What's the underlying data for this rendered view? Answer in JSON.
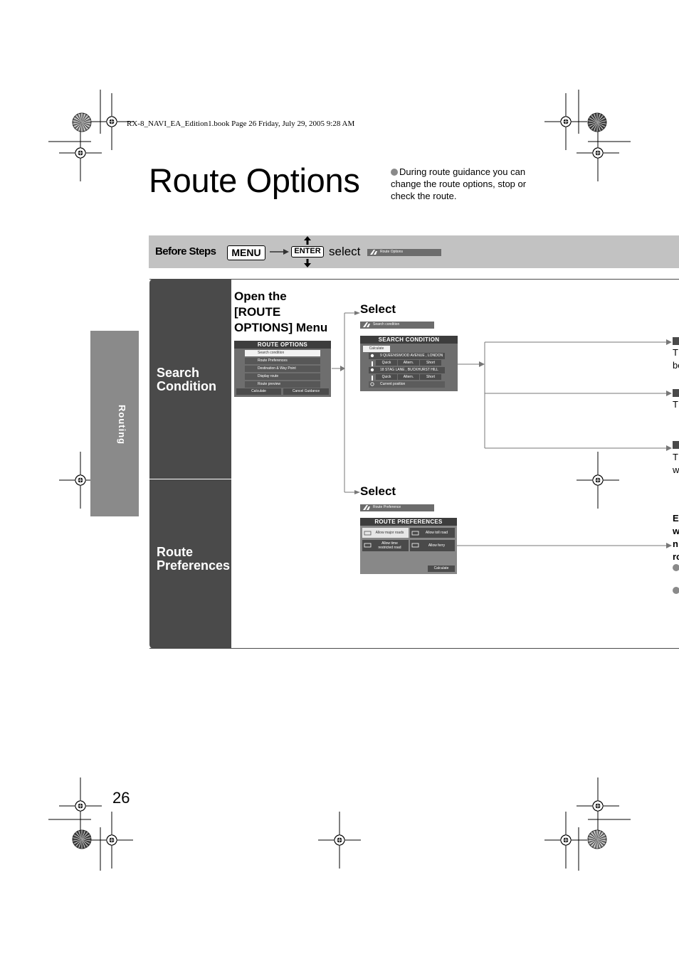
{
  "header_line": "RX-8_NAVI_EA_Edition1.book  Page 26  Friday, July 29, 2005  9:28 AM",
  "title": "Route Options",
  "intro": "During route guidance you can change the route options, stop or check the route.",
  "before_steps": {
    "label": "Before Steps",
    "key_menu": "MENU",
    "key_enter": "ENTER",
    "select_text": "select",
    "chip_label": "Route Options"
  },
  "side_tab": "Routing",
  "sections": {
    "search_condition": "Search\nCondition",
    "route_preferences": "Route\nPreferences"
  },
  "open_menu": {
    "heading": "Open the\n[ROUTE\nOPTIONS] Menu",
    "screen_title": "ROUTE OPTIONS",
    "items": [
      "Search condition",
      "Route Preferences",
      "Destination & Way Point",
      "Display route",
      "Route preview"
    ],
    "buttons": [
      "Calculate",
      "Cancel Guidance"
    ]
  },
  "select_search": {
    "label": "Select",
    "chip": "Search condition",
    "screen_title": "SEARCH CONDITION",
    "calc_tab": "Calculate",
    "rows": [
      "9 QUEENSWOOD AVENUE , LONDON",
      "18 STAG LANE , BUCKHURST HILL"
    ],
    "options": [
      "Quick",
      "Altern.",
      "Short"
    ],
    "current": "Current position"
  },
  "select_prefs": {
    "label": "Select",
    "chip": "Route Preference",
    "screen_title": "ROUTE PREFERENCES",
    "buttons": [
      "Allow major roads",
      "Allow toll road",
      "Allow time\nrestricted road",
      "Allow ferry"
    ],
    "calculate": "Calculate"
  },
  "right_edge": {
    "r1a": "T",
    "r1b": "be",
    "r2a": "T",
    "r3a": "T",
    "r3b": "w",
    "p1": "E",
    "p2": "w",
    "p3": "n",
    "p4": "ro"
  },
  "page_number": "26"
}
